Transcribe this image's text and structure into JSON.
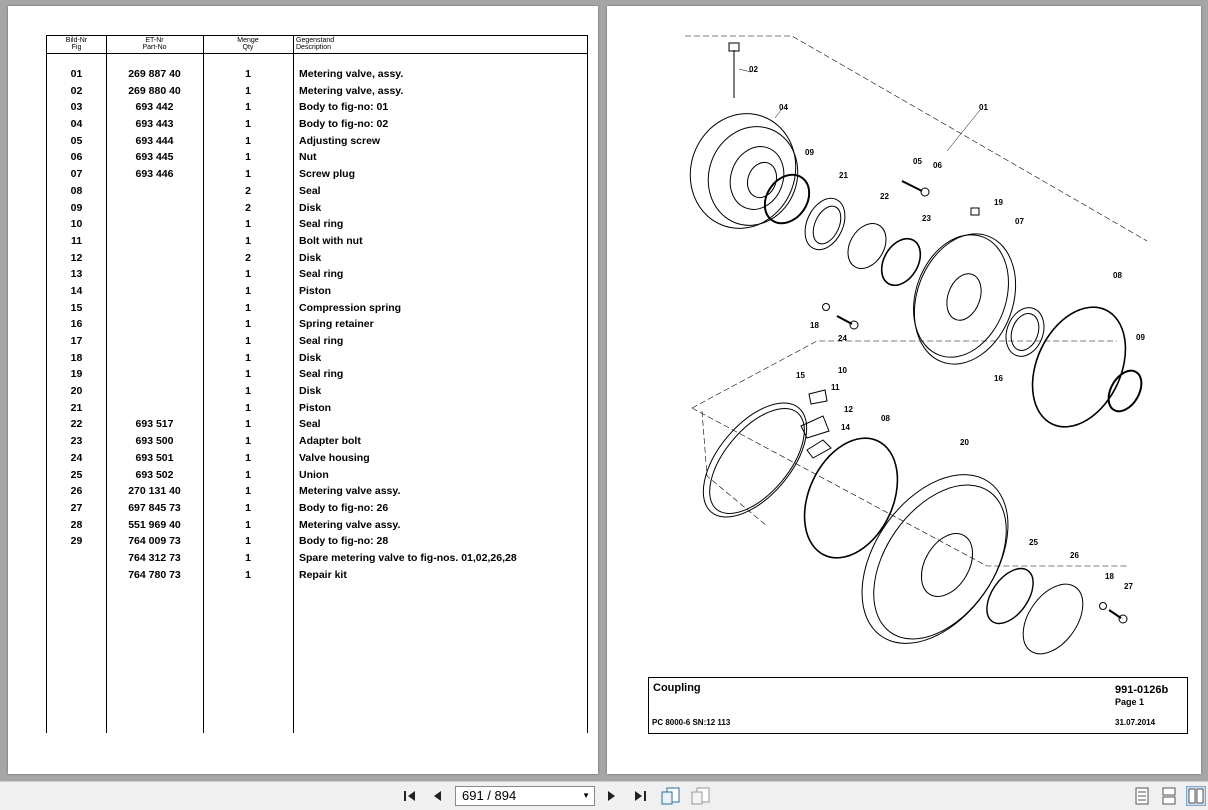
{
  "table": {
    "headers": {
      "fig_de": "Bild-Nr",
      "fig_en": "Fig",
      "part_de": "ET-Nr",
      "part_en": "Part-No",
      "qty_de": "Menge",
      "qty_en": "Qty",
      "desc_de": "Gegenstand",
      "desc_en": "Description"
    },
    "rows": [
      {
        "fig": "01",
        "part": "269 887 40",
        "qty": "1",
        "desc": "Metering valve, assy."
      },
      {
        "fig": "02",
        "part": "269 880 40",
        "qty": "1",
        "desc": "Metering valve, assy."
      },
      {
        "fig": "03",
        "part": "693 442",
        "qty": "1",
        "desc": "Body to fig-no: 01"
      },
      {
        "fig": "04",
        "part": "693 443",
        "qty": "1",
        "desc": "Body to fig-no: 02"
      },
      {
        "fig": "05",
        "part": "693 444",
        "qty": "1",
        "desc": "Adjusting screw"
      },
      {
        "fig": "06",
        "part": "693 445",
        "qty": "1",
        "desc": "Nut"
      },
      {
        "fig": "07",
        "part": "693 446",
        "qty": "1",
        "desc": "Screw plug"
      },
      {
        "fig": "08",
        "part": "",
        "qty": "2",
        "desc": "Seal"
      },
      {
        "fig": "09",
        "part": "",
        "qty": "2",
        "desc": "Disk"
      },
      {
        "fig": "10",
        "part": "",
        "qty": "1",
        "desc": "Seal ring"
      },
      {
        "fig": "11",
        "part": "",
        "qty": "1",
        "desc": "Bolt with nut"
      },
      {
        "fig": "12",
        "part": "",
        "qty": "2",
        "desc": "Disk"
      },
      {
        "fig": "13",
        "part": "",
        "qty": "1",
        "desc": "Seal ring"
      },
      {
        "fig": "14",
        "part": "",
        "qty": "1",
        "desc": "Piston"
      },
      {
        "fig": "15",
        "part": "",
        "qty": "1",
        "desc": "Compression spring"
      },
      {
        "fig": "16",
        "part": "",
        "qty": "1",
        "desc": "Spring retainer"
      },
      {
        "fig": "17",
        "part": "",
        "qty": "1",
        "desc": "Seal ring"
      },
      {
        "fig": "18",
        "part": "",
        "qty": "1",
        "desc": "Disk"
      },
      {
        "fig": "19",
        "part": "",
        "qty": "1",
        "desc": "Seal ring"
      },
      {
        "fig": "20",
        "part": "",
        "qty": "1",
        "desc": "Disk"
      },
      {
        "fig": "21",
        "part": "",
        "qty": "1",
        "desc": "Piston"
      },
      {
        "fig": "22",
        "part": "693 517",
        "qty": "1",
        "desc": "Seal"
      },
      {
        "fig": "23",
        "part": "693 500",
        "qty": "1",
        "desc": "Adapter bolt"
      },
      {
        "fig": "24",
        "part": "693 501",
        "qty": "1",
        "desc": "Valve housing"
      },
      {
        "fig": "25",
        "part": "693 502",
        "qty": "1",
        "desc": "Union"
      },
      {
        "fig": "26",
        "part": "270 131 40",
        "qty": "1",
        "desc": "Metering valve assy."
      },
      {
        "fig": "27",
        "part": "697 845 73",
        "qty": "1",
        "desc": "Body to fig-no: 26"
      },
      {
        "fig": "28",
        "part": "551 969 40",
        "qty": "1",
        "desc": "Metering valve assy."
      },
      {
        "fig": "29",
        "part": "764 009 73",
        "qty": "1",
        "desc": "Body to fig-no: 28"
      },
      {
        "fig": "",
        "part": "764 312 73",
        "qty": "1",
        "desc": "Spare metering valve to fig-nos. 01,02,26,28"
      },
      {
        "fig": "",
        "part": "764 780 73",
        "qty": "1",
        "desc": "Repair kit"
      }
    ]
  },
  "diagram": {
    "callouts": [
      "02",
      "04",
      "01",
      "09",
      "21",
      "05",
      "06",
      "22",
      "23",
      "19",
      "07",
      "08",
      "18",
      "24",
      "09",
      "10",
      "15",
      "11",
      "12",
      "14",
      "08",
      "16",
      "20",
      "25",
      "26",
      "18",
      "27"
    ]
  },
  "titleblock": {
    "title": "Coupling",
    "drawing_no": "991-0126b",
    "page": "Page 1",
    "machine": "PC 8000-6 SN:12 113",
    "date": "31.07.2014"
  },
  "toolbar": {
    "page_indicator": "691 / 894"
  },
  "icons": {
    "first": "first-page-icon",
    "prev": "previous-page-icon",
    "next": "next-page-icon",
    "last": "last-page-icon"
  }
}
